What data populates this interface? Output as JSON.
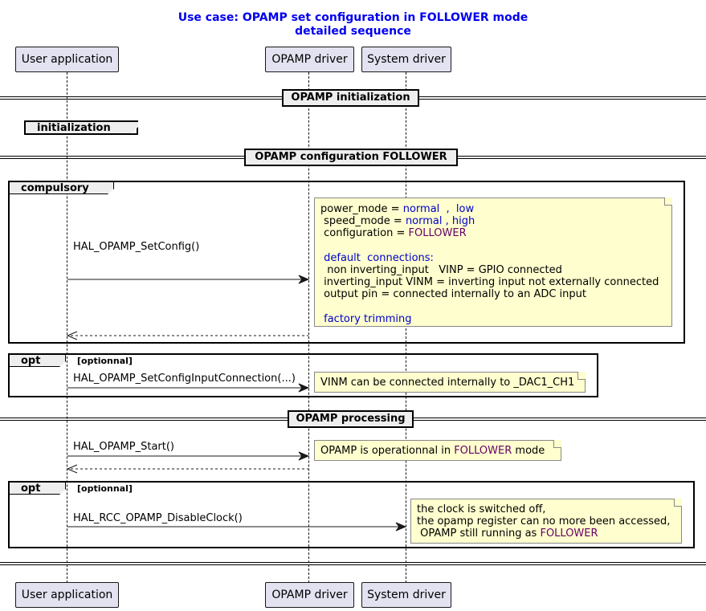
{
  "title": {
    "line1": "Use case: OPAMP set configuration in FOLLOWER mode",
    "line2": "detailed sequence"
  },
  "participants": [
    {
      "name": "User application"
    },
    {
      "name": "OPAMP driver"
    },
    {
      "name": "System driver"
    }
  ],
  "dividers": {
    "init": "OPAMP initialization",
    "config": "OPAMP configuration FOLLOWER",
    "processing": "OPAMP processing"
  },
  "groups": {
    "initialization": "initialization",
    "compulsory": "compulsory",
    "opt1": "opt",
    "opt1_guard": "[optionnal]",
    "opt2": "opt",
    "opt2_guard": "[optionnal]"
  },
  "messages": {
    "set_config": "HAL_OPAMP_SetConfig()",
    "set_input": "HAL_OPAMP_SetConfigInputConnection(...)",
    "start": "HAL_OPAMP_Start()",
    "disable_clock": "HAL_RCC_OPAMP_DisableClock()"
  },
  "notes": {
    "config": {
      "l1_a": "power_mode = ",
      "l1_b": "normal  ,  low",
      "l2_a": " speed_mode = ",
      "l2_b": "normal , high",
      "l3_a": " configuration = ",
      "l3_b": "FOLLOWER",
      "l5": " default  connections:",
      "l6": "  non inverting_input   VINP = GPIO connected",
      "l7": " inverting_input VINM = inverting input not externally connected",
      "l8": " output pin = connected internally to an ADC input",
      "l10": " factory trimming"
    },
    "input": "VINM can be connected internally to _DAC1_CH1",
    "start": {
      "a": "OPAMP is operationnal in ",
      "b": "FOLLOWER",
      "c": " mode"
    },
    "clock": {
      "l1": "the clock is switched off,",
      "l2": "the opamp register can no more been accessed,",
      "l3_a": " OPAMP still running as ",
      "l3_b": "FOLLOWER"
    }
  },
  "colors": {
    "title": "#0000ee",
    "keyword": "#0000cc",
    "value": "#660066",
    "participant_fill": "#e2e2f0",
    "note_fill": "#fefece"
  }
}
